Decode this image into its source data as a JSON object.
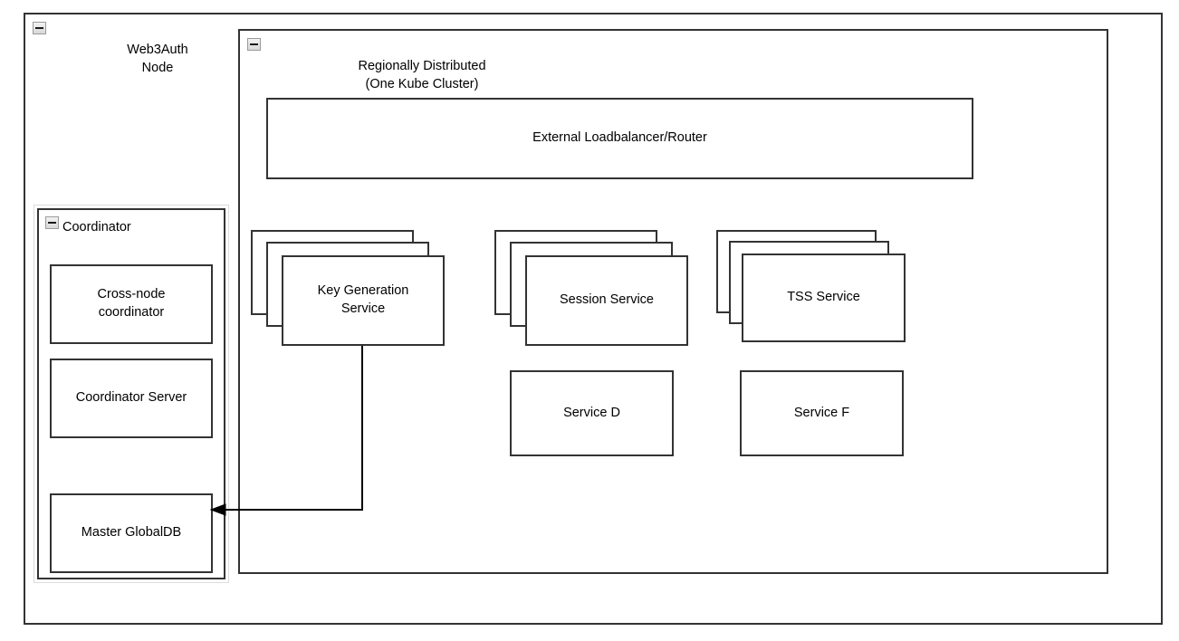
{
  "diagram": {
    "title": "Web3Auth Node architecture",
    "colors": {
      "stroke": "#333333",
      "background": "#ffffff",
      "text": "#000000",
      "toggle_border": "#9a9a9a",
      "rim": "#dcdcdc"
    }
  },
  "outer_container": {
    "label": "Web3Auth\nNode",
    "collapse_icon": "minus-toggle-icon"
  },
  "region_container": {
    "label": "Regionally Distributed\n(One Kube Cluster)",
    "collapse_icon": "minus-toggle-icon"
  },
  "coordinator_container": {
    "label": "Coordinator",
    "collapse_icon": "minus-toggle-icon",
    "children": [
      {
        "label": "Cross-node\ncoordinator"
      },
      {
        "label": "Coordinator Server"
      },
      {
        "label": "Master GlobalDB"
      }
    ]
  },
  "loadbalancer": {
    "label": "External Loadbalancer/Router"
  },
  "service_stacks": [
    {
      "label": "Key Generation\nService",
      "instances": 3
    },
    {
      "label": "Session Service",
      "instances": 3
    },
    {
      "label": "TSS Service",
      "instances": 3
    }
  ],
  "single_services": [
    {
      "label": "Service D"
    },
    {
      "label": "Service F"
    }
  ],
  "connections": [
    {
      "from": "Key Generation Service",
      "to": "Master GlobalDB",
      "arrow": "arrow-head-left"
    }
  ]
}
